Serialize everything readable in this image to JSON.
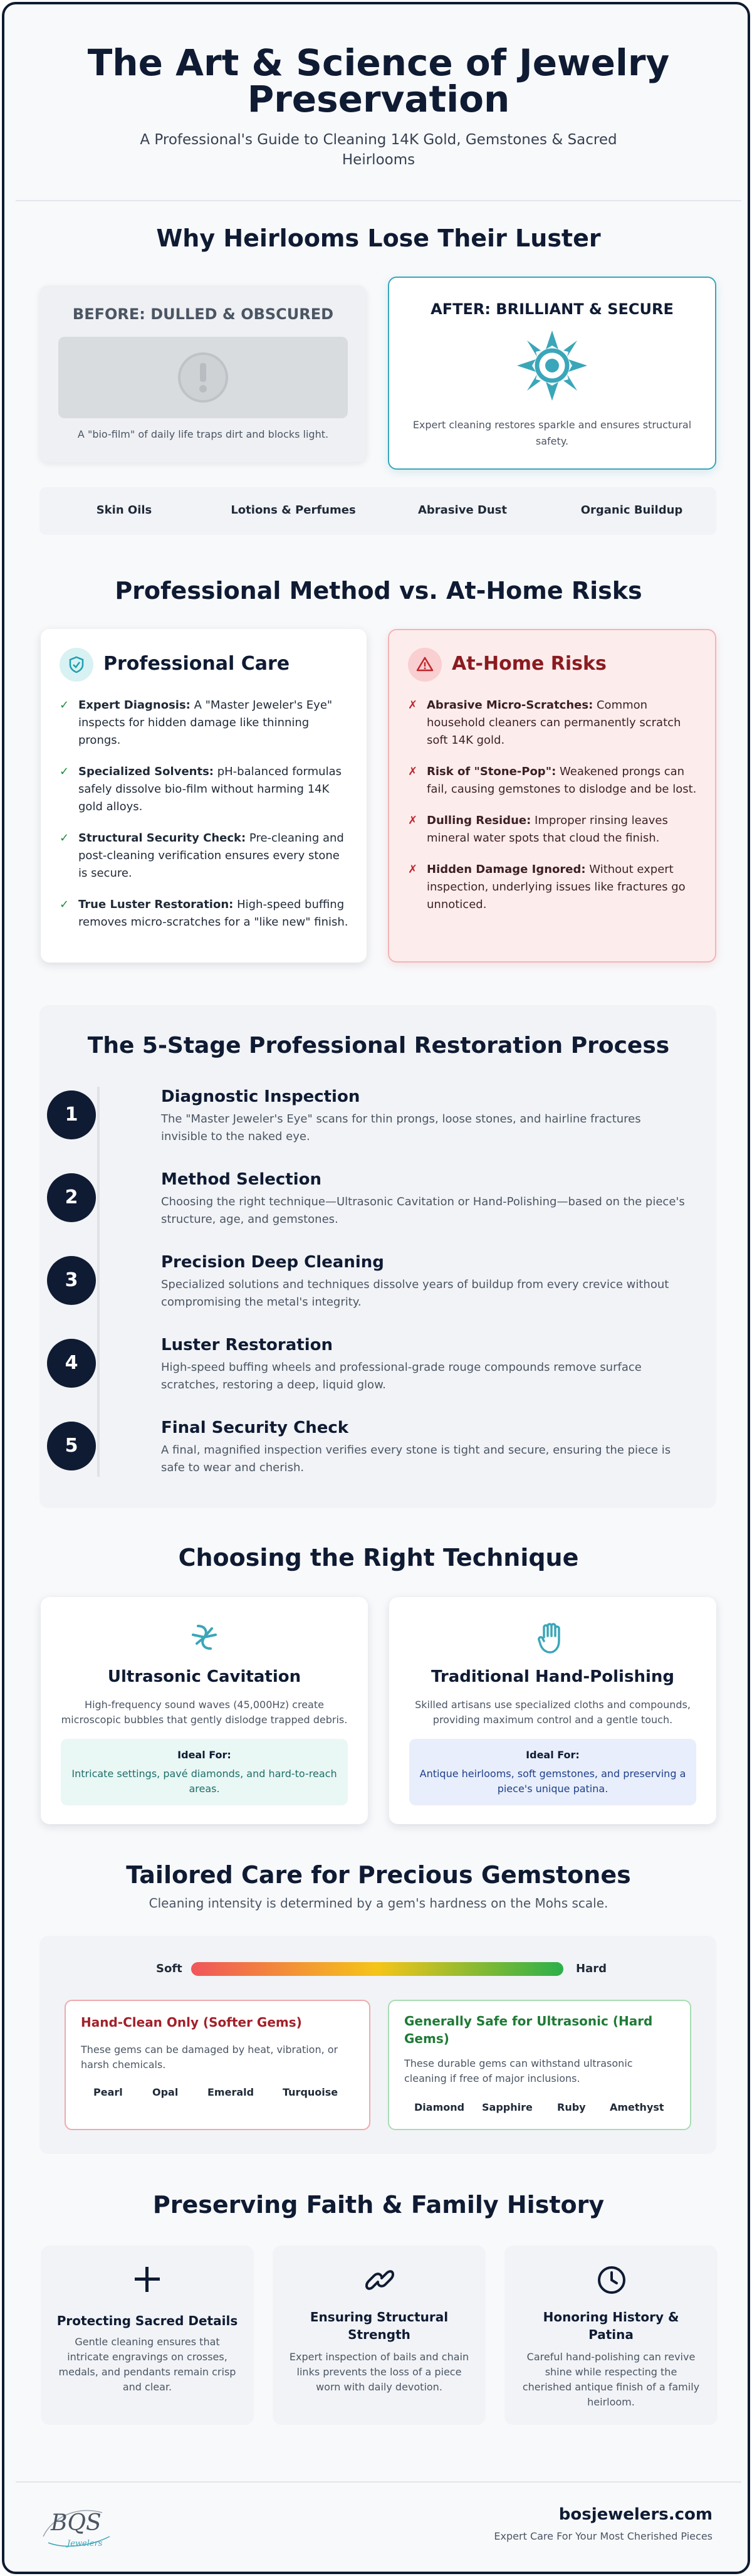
{
  "header": {
    "title_line1": "The Art & Science of Jewelry",
    "title_line2": "Preservation",
    "subtitle_line1": "A Professional's Guide to Cleaning 14K Gold, Gemstones & Sacred",
    "subtitle_line2": "Heirlooms"
  },
  "luster": {
    "heading": "Why Heirlooms Lose Their Luster",
    "before_title": "BEFORE: DULLED & OBSCURED",
    "before_caption": "A \"bio-film\" of daily life traps dirt and blocks light.",
    "after_title": "AFTER: BRILLIANT & SECURE",
    "after_caption_line1": "Expert cleaning restores sparkle and ensures structural",
    "after_caption_line2": "safety.",
    "causes": [
      "Skin Oils",
      "Lotions & Perfumes",
      "Abrasive Dust",
      "Organic Buildup"
    ]
  },
  "method": {
    "heading": "Professional Method vs. At-Home Risks",
    "pro_title": "Professional Care",
    "pro_items": [
      {
        "bold": "Expert Diagnosis:",
        "text": " A \"Master Jeweler's Eye\" inspects for hidden damage like thinning prongs."
      },
      {
        "bold": "Specialized Solvents:",
        "text": " pH-balanced formulas safely dissolve bio-film without harming 14K gold alloys."
      },
      {
        "bold": "Structural Security Check:",
        "text": " Pre-cleaning and post-cleaning verification ensures every stone is secure."
      },
      {
        "bold": "True Luster Restoration:",
        "text": " High-speed buffing removes micro-scratches for a \"like new\" finish."
      }
    ],
    "home_title": "At-Home Risks",
    "home_items": [
      {
        "bold": "Abrasive Micro-Scratches:",
        "text": " Common household cleaners can permanently scratch soft 14K gold."
      },
      {
        "bold": "Risk of \"Stone-Pop\":",
        "text": " Weakened prongs can fail, causing gemstones to dislodge and be lost."
      },
      {
        "bold": "Dulling Residue:",
        "text": " Improper rinsing leaves mineral water spots that cloud the finish."
      },
      {
        "bold": "Hidden Damage Ignored:",
        "text": " Without expert inspection, underlying issues like fractures go unnoticed."
      }
    ],
    "check_mark": "✓",
    "cross_mark": "✗"
  },
  "process": {
    "heading": "The 5-Stage Professional Restoration Process",
    "steps": [
      {
        "num": "1",
        "title": "Diagnostic Inspection",
        "desc1": "The \"Master Jeweler's Eye\" scans for thin prongs, loose stones, and hairline fractures",
        "desc2": "invisible to the naked eye."
      },
      {
        "num": "2",
        "title": "Method Selection",
        "desc1": "Choosing the right technique—Ultrasonic Cavitation or Hand-Polishing—based on the piece's",
        "desc2": "structure, age, and gemstones."
      },
      {
        "num": "3",
        "title": "Precision Deep Cleaning",
        "desc1": "Specialized solutions and techniques dissolve years of buildup from every crevice without",
        "desc2": "compromising the metal's integrity."
      },
      {
        "num": "4",
        "title": "Luster Restoration",
        "desc1": "High-speed buffing wheels and professional-grade rouge compounds remove surface",
        "desc2": "scratches, restoring a deep, liquid glow."
      },
      {
        "num": "5",
        "title": "Final Security Check",
        "desc1": "A final, magnified inspection verifies every stone is tight and secure, ensuring the piece is",
        "desc2": "safe to wear and cherish."
      }
    ]
  },
  "technique": {
    "heading": "Choosing the Right Technique",
    "ultra_title": "Ultrasonic Cavitation",
    "ultra_desc1": "High-frequency sound waves (45,000Hz) create",
    "ultra_desc2": "microscopic bubbles that gently dislodge trapped debris.",
    "ultra_ideal_label": "Ideal For:",
    "ultra_ideal1": "Intricate settings, pavé diamonds, and hard-to-reach",
    "ultra_ideal2": "areas.",
    "hand_title": "Traditional Hand-Polishing",
    "hand_desc1": "Skilled artisans use specialized cloths and compounds,",
    "hand_desc2": "providing maximum control and a gentle touch.",
    "hand_ideal_label": "Ideal For:",
    "hand_ideal1": "Antique heirlooms, soft gemstones, and preserving a",
    "hand_ideal2": "piece's unique patina."
  },
  "gems": {
    "heading": "Tailored Care for Precious Gemstones",
    "subtitle": "Cleaning intensity is determined by a gem's hardness on the Mohs scale.",
    "soft_label": "Soft",
    "hard_label": "Hard",
    "hardness_scale": {
      "start_color": "#f0555b",
      "mid_color": "#f5c518",
      "end_color": "#2bb04a"
    },
    "soft_title": "Hand-Clean Only (Softer Gems)",
    "soft_desc1": "These gems can be damaged by heat, vibration, or",
    "soft_desc2": "harsh chemicals.",
    "soft_list": [
      "Pearl",
      "Opal",
      "Emerald",
      "Turquoise"
    ],
    "hard_title1": "Generally Safe for Ultrasonic (Hard",
    "hard_title2": "Gems)",
    "hard_desc1": "These durable gems can withstand ultrasonic",
    "hard_desc2": "cleaning if free of major inclusions.",
    "hard_list": [
      "Diamond",
      "Sapphire",
      "Ruby",
      "Amethyst"
    ]
  },
  "faith": {
    "heading": "Preserving Faith & Family History",
    "cards": [
      {
        "icon": "cross-icon",
        "title1": "Protecting Sacred Details",
        "title2": "",
        "desc": [
          "Gentle cleaning ensures that",
          "intricate engravings on crosses,",
          "medals, and pendants remain crisp",
          "and clear."
        ]
      },
      {
        "icon": "chain-link-icon",
        "title1": "Ensuring Structural",
        "title2": "Strength",
        "desc": [
          "Expert inspection of bails and chain",
          "links prevents the loss of a piece",
          "worn with daily devotion."
        ]
      },
      {
        "icon": "clock-icon",
        "title1": "Honoring History &",
        "title2": "Patina",
        "desc": [
          "Careful hand-polishing can revive",
          "shine while respecting the",
          "cherished antique finish of a family",
          "heirloom."
        ]
      }
    ]
  },
  "footer": {
    "logo_text": "BQS",
    "logo_script": "Jewelers",
    "site": "bosjewelers.com",
    "tagline": "Expert Care For Your Most Cherished Pieces"
  },
  "colors": {
    "navy": "#0f1b33",
    "teal": "#3aa6b9",
    "red": "#c0262d",
    "green": "#1f8a3b"
  }
}
